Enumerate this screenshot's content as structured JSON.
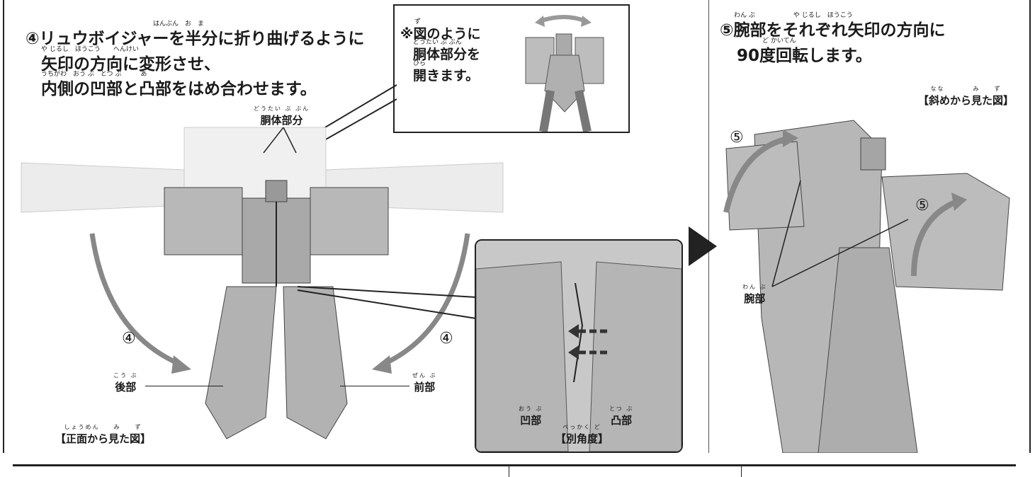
{
  "step4": {
    "line1": "④リュウボイジャーを半分に折り曲げるように",
    "line2": "矢印の方向に変形させ、",
    "line3": "内側の凹部と凸部をはめ合わせます。",
    "furi1": "はんぶん　お　ま",
    "furi2": "や じるし　ほうこう　　へんけい",
    "furi3": "うちがわ　おう ぶ　とつ ぶ　　　あ"
  },
  "note": {
    "line1": "※図のように",
    "line2": "胴体部分を",
    "line3": "開きます。",
    "furi1": "ず",
    "furi2": "どうたい ぶ ぶん",
    "furi3": "ひら"
  },
  "labels": {
    "torso": "胴体部分",
    "torso_furi": "どうたい ぶ ぶん",
    "rear": "後部",
    "rear_furi": "こう ぶ",
    "front": "前部",
    "front_furi": "ぜん ぶ",
    "concave": "凹部",
    "concave_furi": "おう ぶ",
    "convex": "凸部",
    "convex_furi": "とつ ぶ",
    "alt_angle": "【別角度】",
    "alt_angle_furi": "べっかく ど",
    "front_view": "【正面から見た図】",
    "front_view_furi": "しょうめん　　み　　ず",
    "arm": "腕部",
    "arm_furi": "わん ぶ",
    "diag_view": "【斜めから見た図】",
    "diag_view_furi": "なな　　　　み　　ず",
    "step4_left": "④",
    "step4_right": "④",
    "step5_a": "⑤",
    "step5_b": "⑤"
  },
  "step5": {
    "line1": "⑤腕部をそれぞれ矢印の方向に",
    "line2": "90度回転します。",
    "furi1": "わん ぶ　　　　　　や じるし　ほうこう",
    "furi2": "ど かいてん"
  }
}
